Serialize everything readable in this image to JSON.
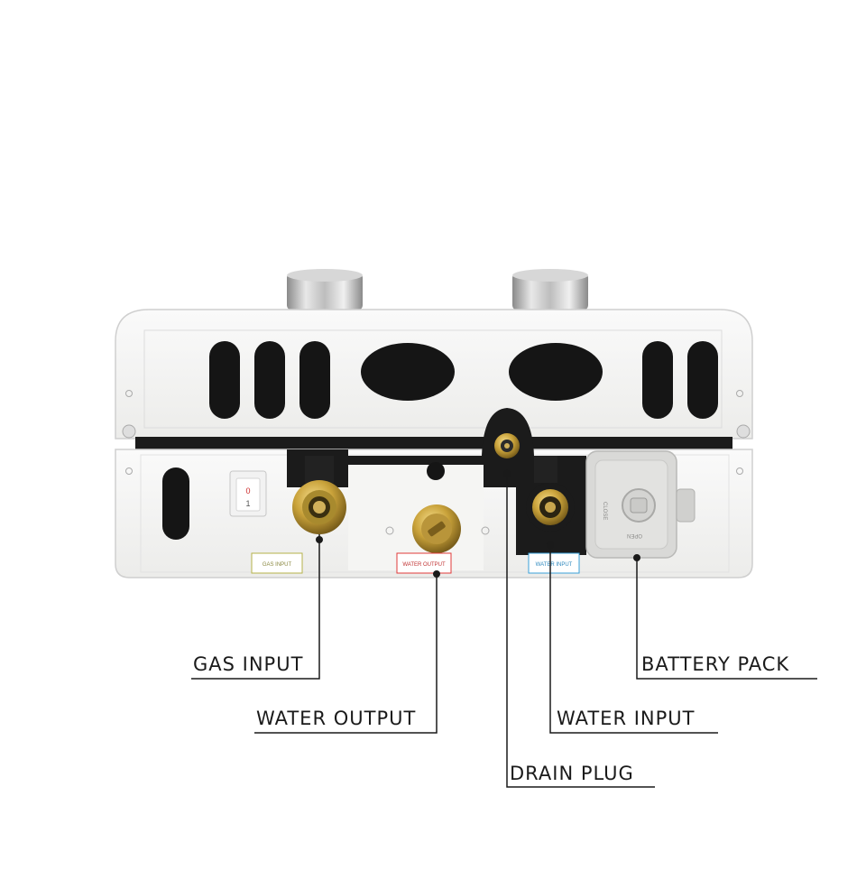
{
  "callouts": {
    "gas_input": "GAS INPUT",
    "water_output": "WATER OUTPUT",
    "drain_plug": "DRAIN PLUG",
    "water_input": "WATER INPUT",
    "battery_pack": "BATTERY PACK"
  },
  "panel_tags": {
    "gas_input": "GAS INPUT",
    "water_output": "WATER OUTPUT",
    "water_input": "WATER INPUT"
  },
  "switch_marks": {
    "top": "0",
    "bottom": "1"
  },
  "battery_cover_text": {
    "left": "CLOSE",
    "bottom": "OPEN"
  },
  "colors": {
    "gas_tag": "#b5b24a",
    "water_output_tag": "#e03a3a",
    "water_input_tag": "#3aa0d8",
    "brass": "#c9a23a",
    "panel": "#f4f4f2",
    "leader_line": "#1a1a1a"
  }
}
